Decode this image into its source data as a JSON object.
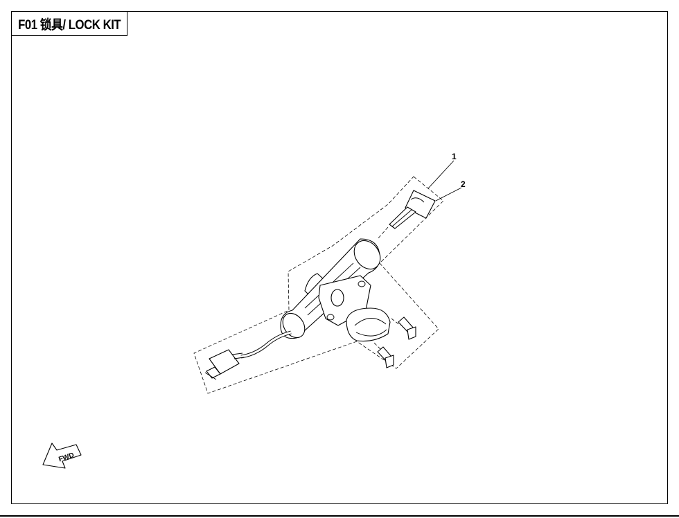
{
  "title": "F01 锁具/ LOCK KIT",
  "callouts": [
    {
      "number": "1",
      "part": "lock kit assembly"
    },
    {
      "number": "2",
      "part": "key"
    }
  ],
  "direction_marker": {
    "text": "FWD",
    "icon": "forward-arrow-icon"
  },
  "colors": {
    "line": "#000000",
    "background": "#ffffff"
  }
}
